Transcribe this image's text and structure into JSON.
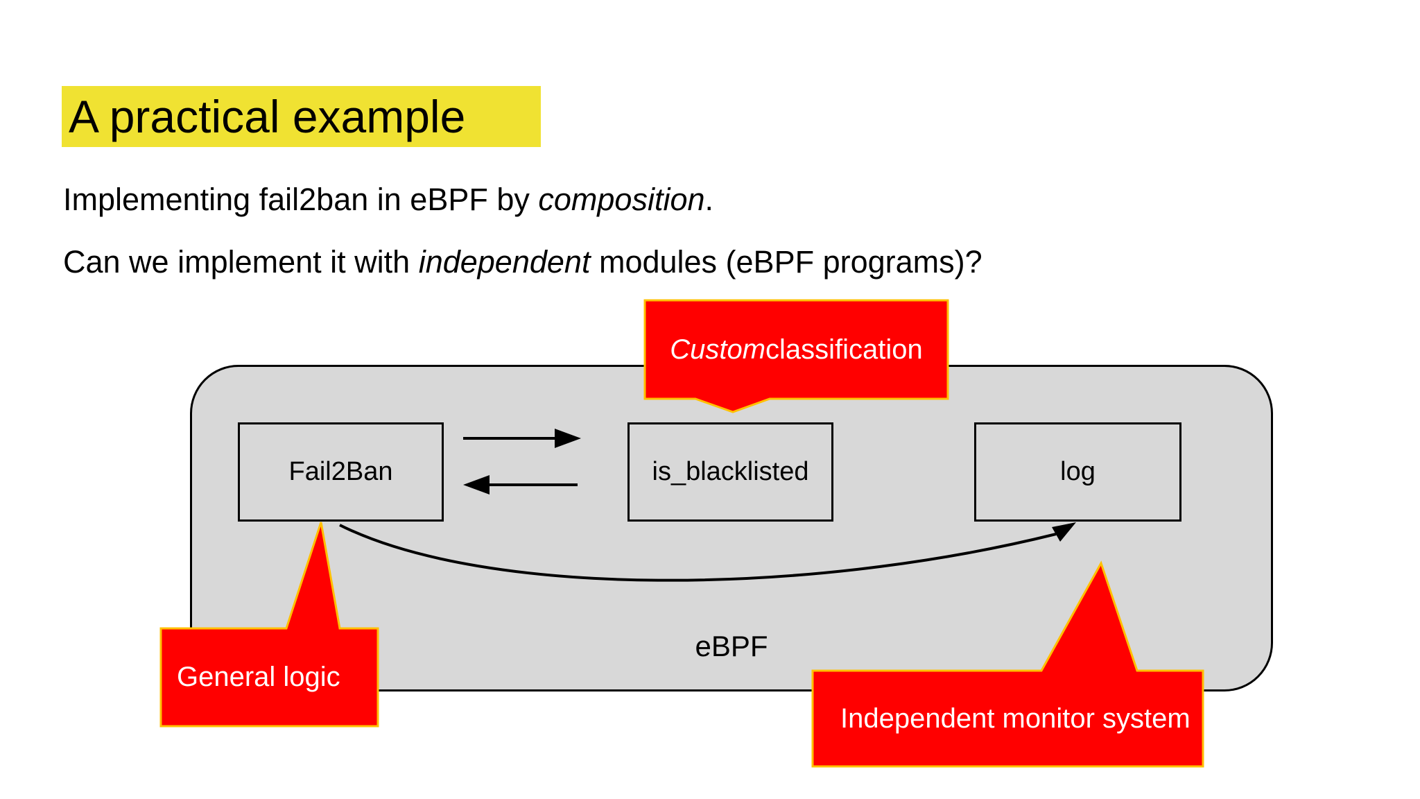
{
  "slide": {
    "title": "A practical example",
    "paragraphs": {
      "p1": {
        "pre": "Implementing fail2ban in eBPF by ",
        "italic": "composition",
        "post": "."
      },
      "p2": {
        "pre": "Can we implement it with ",
        "italic": "independent",
        "post": " modules (eBPF programs)?"
      }
    }
  },
  "diagram": {
    "container_label": "eBPF",
    "nodes": [
      {
        "id": "fail2ban",
        "label": "Fail2Ban"
      },
      {
        "id": "is_blacklisted",
        "label": "is_blacklisted"
      },
      {
        "id": "log",
        "label": "log"
      }
    ],
    "edges": [
      {
        "from": "fail2ban",
        "to": "is_blacklisted",
        "style": "straight-arrow-right"
      },
      {
        "from": "is_blacklisted",
        "to": "fail2ban",
        "style": "straight-arrow-left"
      },
      {
        "from": "fail2ban",
        "to": "log",
        "style": "curved-arrow"
      }
    ],
    "callouts": [
      {
        "id": "custom-classification",
        "italic": "Custom",
        "text": " classification",
        "points_to": "is_blacklisted"
      },
      {
        "id": "general-logic",
        "text": "General logic",
        "points_to": "fail2ban"
      },
      {
        "id": "independent-monitor",
        "text": "Independent monitor system",
        "points_to": "log"
      }
    ],
    "colors": {
      "callout_fill": "#FF0000",
      "callout_border": "#FFC000",
      "container_fill": "#D8D8D8",
      "highlight": "#F0E232",
      "line": "#000000",
      "callout_text": "#FFFFFF"
    }
  }
}
